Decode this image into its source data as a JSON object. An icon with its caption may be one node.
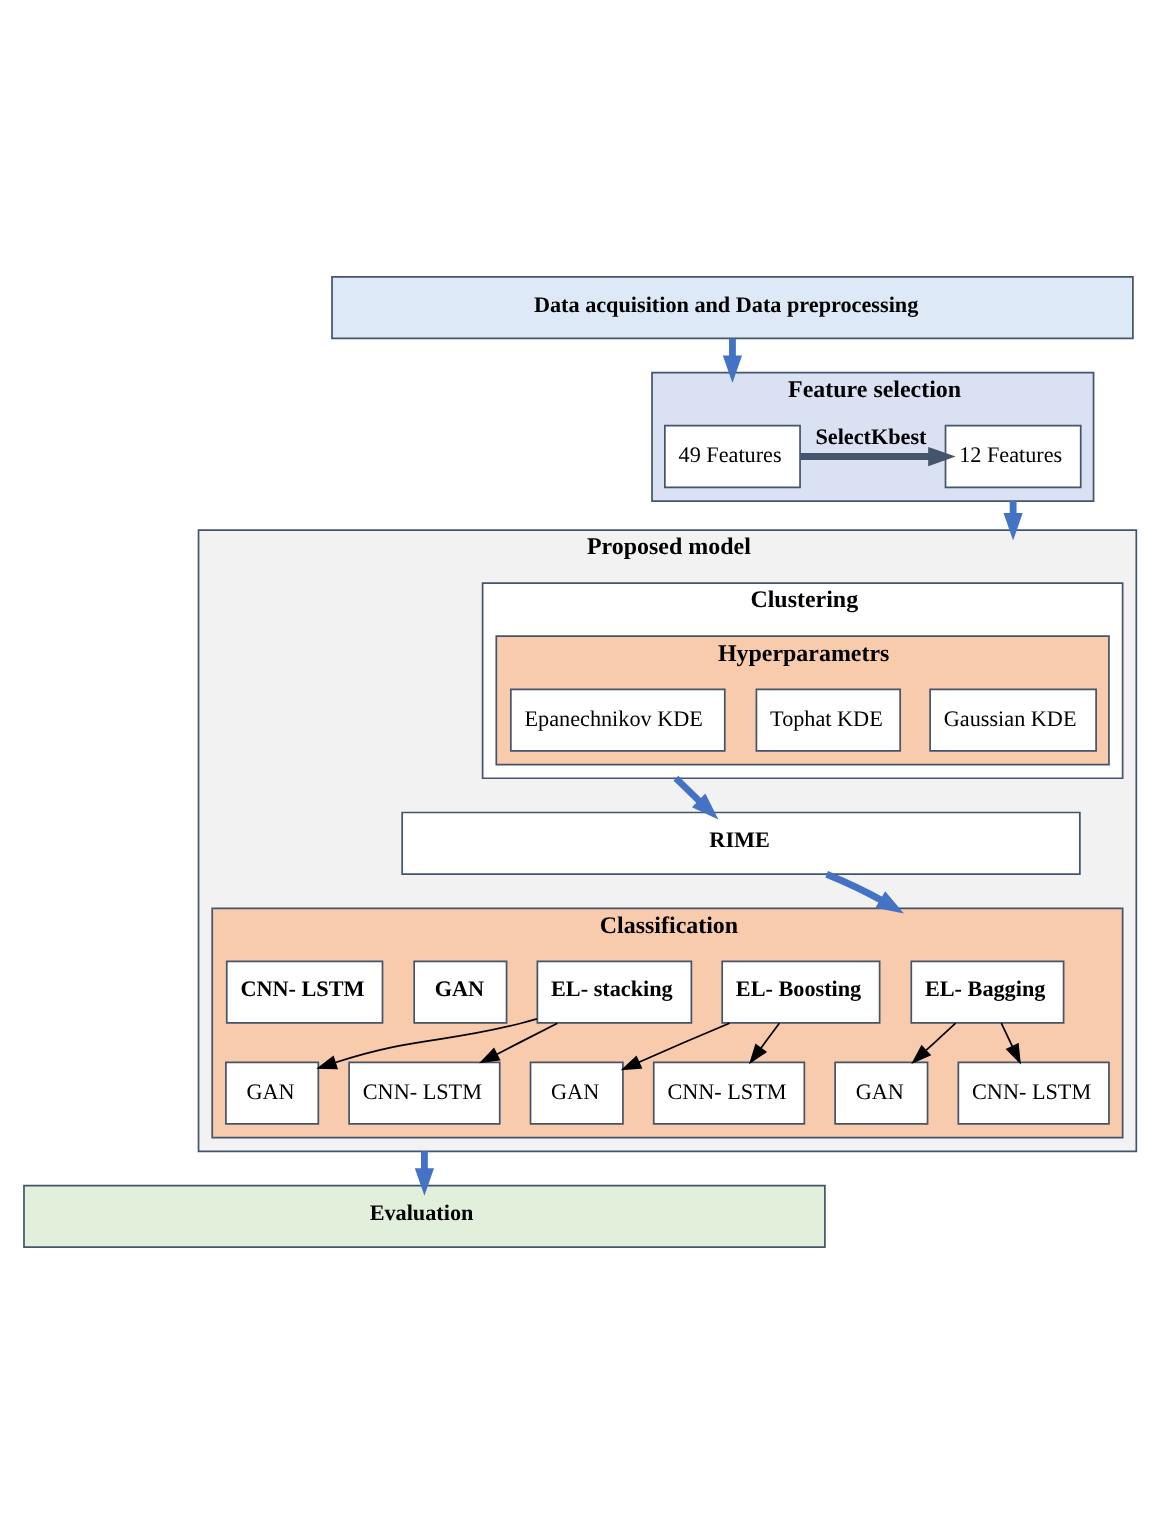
{
  "diagram": {
    "nodes": [
      {
        "text": [
          "Data acquisition and Data preprocessing"
        ]
      },
      {
        "text": [
          "Feature selection"
        ]
      },
      {
        "text": [
          "49 Features"
        ],
        "in": 1
      },
      {
        "text": [
          "12 Features"
        ],
        "in": 1
      },
      {
        "text": [
          "Proposed model"
        ]
      },
      {
        "text": [
          "Clustering"
        ],
        "in": 4
      },
      {
        "text": [
          "Hyperparametrs"
        ],
        "in": 5
      },
      {
        "text": [
          "Gaussian KDE"
        ],
        "in": 6
      },
      {
        "text": [
          "Tophat KDE"
        ],
        "in": 6
      },
      {
        "text": [
          "Epanechnikov KDE"
        ],
        "in": 6
      },
      {
        "text": [
          "RIME"
        ],
        "in": 4
      },
      {
        "text": [
          "Classification"
        ],
        "in": 4
      },
      {
        "text": [
          "EL- Bagging"
        ],
        "in": 11
      },
      {
        "text": [
          "EL- Boosting"
        ],
        "in": 11
      },
      {
        "text": [
          "EL- stacking"
        ],
        "in": 11
      },
      {
        "text": [
          "GAN"
        ],
        "in": 11
      },
      {
        "text": [
          "CNN- LSTM"
        ],
        "in": 11
      },
      {
        "text": [
          "GAN"
        ],
        "in": 11
      },
      {
        "text": [
          "CNN- LSTM"
        ],
        "in": 11
      },
      {
        "text": [
          "GAN"
        ],
        "in": 11
      },
      {
        "text": [
          "CNN- LSTM"
        ],
        "in": 11
      },
      {
        "text": [
          "GAN"
        ],
        "in": 11
      },
      {
        "text": [
          "CNN- LSTM"
        ],
        "in": 11
      },
      {
        "text": [
          "Evaluation"
        ]
      }
    ],
    "edges": [
      {
        "from": 0,
        "to": 1,
        "arrow": "to",
        "style": "thick",
        "color": "#4472c4"
      },
      {
        "from": 2,
        "to": 3,
        "arrow": "to",
        "label": "SelectKbest",
        "style": "thick",
        "color": "#44546a"
      },
      {
        "from": 1,
        "to": 4,
        "arrow": "to",
        "style": "thick",
        "color": "#4472c4"
      },
      {
        "from": 5,
        "to": 10,
        "arrow": "to",
        "style": "thick",
        "color": "#4472c4"
      },
      {
        "from": 10,
        "to": 11,
        "arrow": "to",
        "style": "thick",
        "color": "#4472c4"
      },
      {
        "from": 12,
        "to": 17,
        "arrow": "to"
      },
      {
        "from": 12,
        "to": 18,
        "arrow": "to"
      },
      {
        "from": 13,
        "to": 19,
        "arrow": "to"
      },
      {
        "from": 13,
        "to": 20,
        "arrow": "to"
      },
      {
        "from": 14,
        "to": 21,
        "arrow": "to"
      },
      {
        "from": 14,
        "to": 22,
        "arrow": "to"
      },
      {
        "from": 4,
        "to": 23,
        "arrow": "to",
        "style": "thick",
        "color": "#4472c4"
      }
    ]
  }
}
